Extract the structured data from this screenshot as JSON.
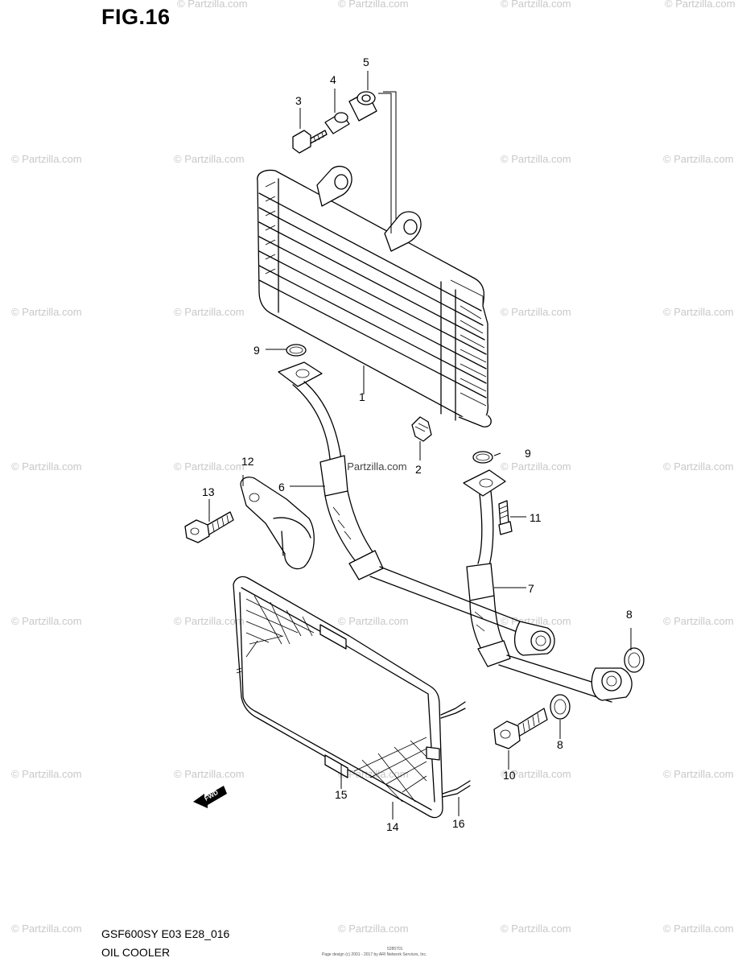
{
  "figure": {
    "title": "FIG.16",
    "model_code": "GSF600SY E03 E28_016",
    "section_name": "OIL COOLER",
    "fine_print_code": "5285701",
    "fine_print_copyright": "Page design (c) 2001 - 2017 by ARI Network Services, Inc."
  },
  "watermark": {
    "text": "© Partzilla.com",
    "center_text": "© Partzilla.com"
  },
  "callouts": {
    "c1": "1",
    "c2": "2",
    "c3": "3",
    "c4": "4",
    "c5": "5",
    "c6": "6",
    "c7": "7",
    "c8a": "8",
    "c8b": "8",
    "c9a": "9",
    "c9b": "9",
    "c10": "10",
    "c11": "11",
    "c12": "12",
    "c13": "13",
    "c14": "14",
    "c15": "15",
    "c16": "16"
  },
  "direction_marker": {
    "label": "FWD",
    "icon": "forward-arrow-icon"
  },
  "parts": [
    "oil-cooler",
    "clamp",
    "bolt",
    "collar",
    "cushion",
    "oil-hose-1",
    "oil-hose-2",
    "gasket",
    "o-ring",
    "union-bolt",
    "bolt-small",
    "bracket",
    "bolt-bracket",
    "guard-net",
    "cushion-guard",
    "stay"
  ],
  "colors": {
    "line": "#000000",
    "watermark": "#c8c8c8",
    "background": "#ffffff"
  }
}
